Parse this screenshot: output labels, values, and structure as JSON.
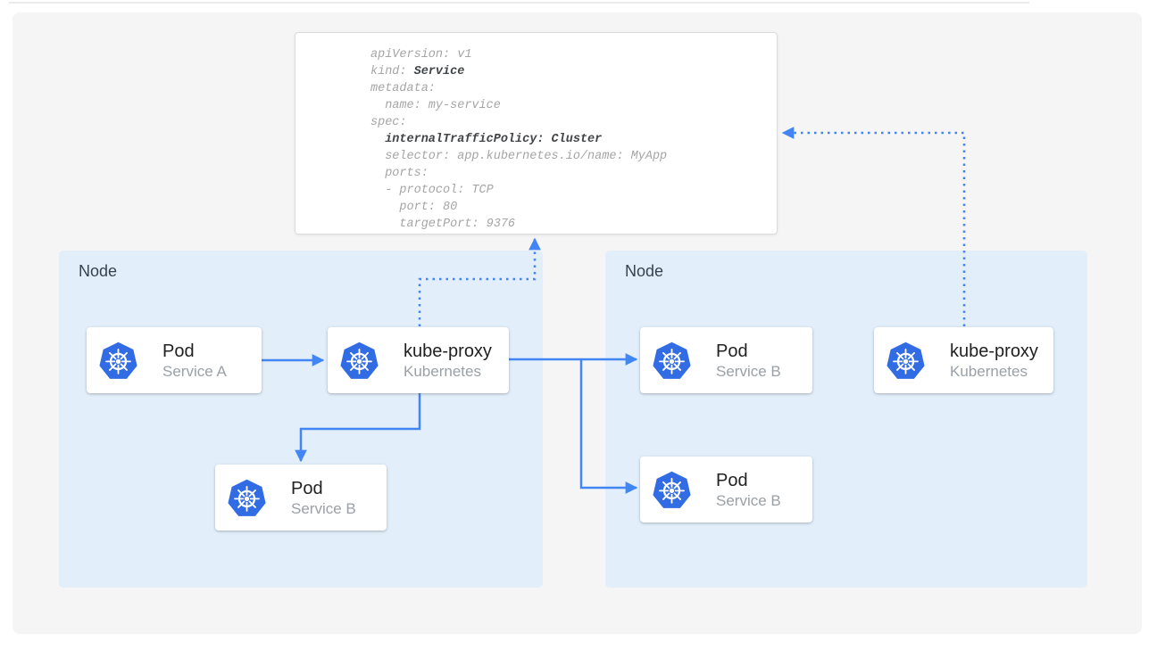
{
  "colors": {
    "arrow_blue": "#4285F4",
    "k8s_icon_blue": "#326CE5",
    "node_fill": "#E2EFFB",
    "panel_background": "#F5F5F5",
    "card_title": "#212121",
    "card_subtitle": "#9AA0A6",
    "yaml_text": "#A5A5A5",
    "yaml_bold_text": "#424548"
  },
  "yaml": {
    "lines": [
      {
        "pre": "apiVersion: v1",
        "bold": ""
      },
      {
        "pre": "kind: ",
        "bold": "Service"
      },
      {
        "pre": "metadata:",
        "bold": ""
      },
      {
        "pre": "  name: my-service",
        "bold": ""
      },
      {
        "pre": "spec:",
        "bold": ""
      },
      {
        "pre": "  ",
        "bold": "internalTrafficPolicy: Cluster"
      },
      {
        "pre": "  selector: app.kubernetes.io/name: MyApp",
        "bold": ""
      },
      {
        "pre": "  ports:",
        "bold": ""
      },
      {
        "pre": "  - protocol: TCP",
        "bold": ""
      },
      {
        "pre": "    port: 80",
        "bold": ""
      },
      {
        "pre": "    targetPort: 9376",
        "bold": ""
      }
    ]
  },
  "nodes": {
    "left": {
      "label": "Node"
    },
    "right": {
      "label": "Node"
    }
  },
  "cards": {
    "pod_a": {
      "title": "Pod",
      "subtitle": "Service A",
      "icon": "kubernetes-icon"
    },
    "kube_proxy_left": {
      "title": "kube-proxy",
      "subtitle": "Kubernetes",
      "icon": "kubernetes-icon"
    },
    "pod_b_left": {
      "title": "Pod",
      "subtitle": "Service B",
      "icon": "kubernetes-icon"
    },
    "pod_b_right_top": {
      "title": "Pod",
      "subtitle": "Service B",
      "icon": "kubernetes-icon"
    },
    "pod_b_right_bottom": {
      "title": "Pod",
      "subtitle": "Service B",
      "icon": "kubernetes-icon"
    },
    "kube_proxy_right": {
      "title": "kube-proxy",
      "subtitle": "Kubernetes",
      "icon": "kubernetes-icon"
    }
  }
}
